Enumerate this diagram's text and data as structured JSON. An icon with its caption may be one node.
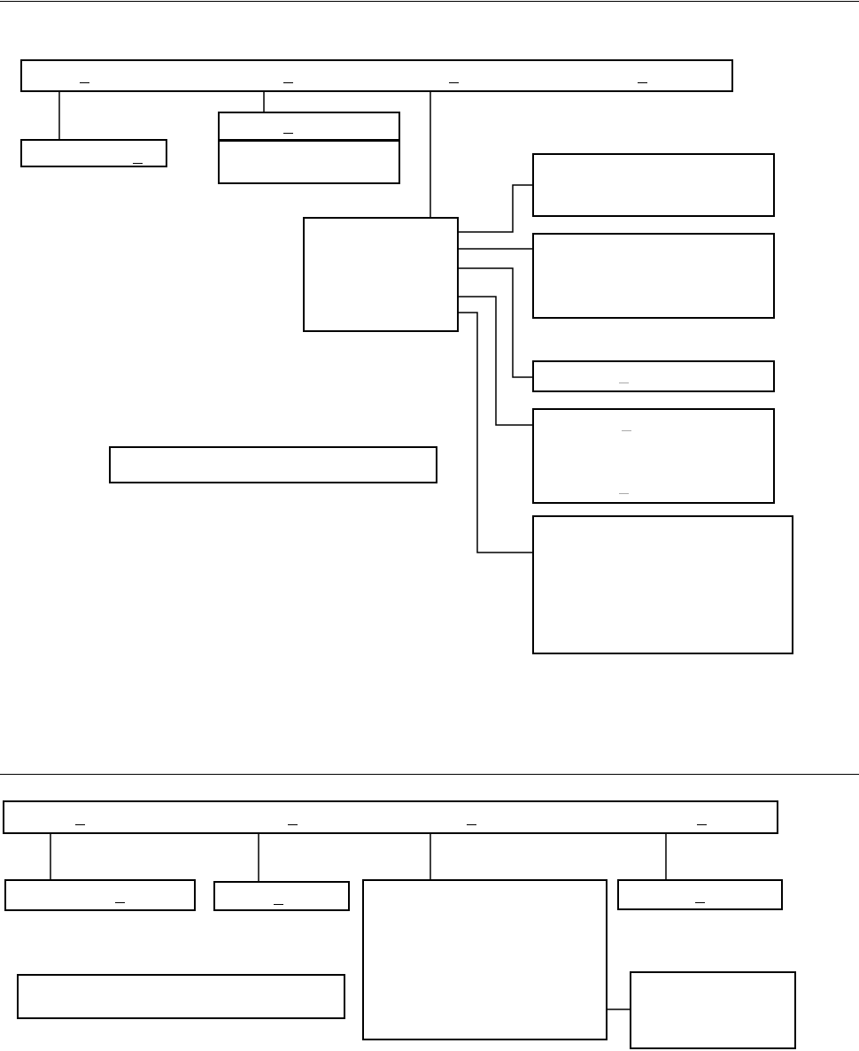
{
  "diagram": {
    "nodes": [
      {
        "text": [],
        "shape": "box"
      },
      {
        "text": [],
        "shape": "box"
      },
      {
        "text": [],
        "shape": "box"
      },
      {
        "text": [],
        "shape": "box"
      },
      {
        "text": [],
        "shape": "box"
      },
      {
        "text": [],
        "shape": "box"
      },
      {
        "text": [],
        "shape": "box"
      },
      {
        "text": [],
        "shape": "box"
      },
      {
        "text": [],
        "shape": "box"
      },
      {
        "text": [],
        "shape": "box"
      },
      {
        "text": [],
        "shape": "box"
      },
      {
        "text": [],
        "shape": "box"
      },
      {
        "text": [],
        "shape": "box"
      },
      {
        "text": [],
        "shape": "box"
      },
      {
        "text": [],
        "shape": "box"
      },
      {
        "text": [],
        "shape": "box"
      },
      {
        "text": [],
        "shape": "box"
      }
    ],
    "edges": [
      {
        "from": 0,
        "to": 1,
        "arrow": "none"
      },
      {
        "from": 0,
        "to": 2,
        "arrow": "none"
      },
      {
        "from": 0,
        "to": 3,
        "arrow": "none"
      },
      {
        "from": 3,
        "to": 4,
        "arrow": "none"
      },
      {
        "from": 3,
        "to": 5,
        "arrow": "none"
      },
      {
        "from": 3,
        "to": 6,
        "arrow": "none"
      },
      {
        "from": 3,
        "to": 7,
        "arrow": "none"
      },
      {
        "from": 3,
        "to": 8,
        "arrow": "none"
      },
      {
        "from": 10,
        "to": 11,
        "arrow": "none"
      },
      {
        "from": 10,
        "to": 12,
        "arrow": "none"
      },
      {
        "from": 10,
        "to": 13,
        "arrow": "none"
      },
      {
        "from": 10,
        "to": 14,
        "arrow": "none"
      },
      {
        "from": 13,
        "to": 16,
        "arrow": "none"
      }
    ]
  }
}
